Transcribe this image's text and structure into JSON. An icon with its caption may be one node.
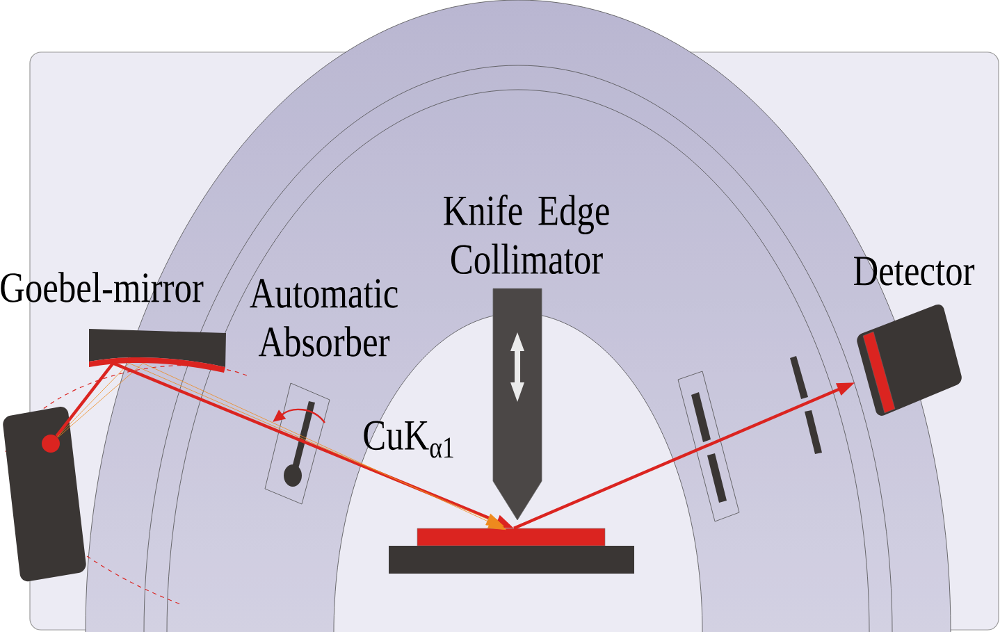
{
  "diagram": {
    "nodes": [
      {
        "text": [],
        "shape": "circle"
      },
      {
        "text": [],
        "shape": "bar",
        "beside": [
          "Goebel-mirror"
        ]
      },
      {
        "text": [],
        "shape": "bar"
      },
      {
        "text": [],
        "shape": "box",
        "beside": [
          "Detector"
        ]
      }
    ],
    "edges": [
      {
        "from": 0,
        "to": 1,
        "arrow": "none",
        "style": "thick",
        "color": "#db2420"
      },
      {
        "from": 0,
        "to": 1,
        "arrow": "none",
        "color": "#ee8a1e"
      },
      {
        "from": 0,
        "to": 1,
        "arrow": "none",
        "color": "#ee8a1e"
      },
      {
        "from": 1,
        "to": 2,
        "arrow": "to",
        "style": "thick",
        "color": "#db2420"
      },
      {
        "from": 1,
        "to": 2,
        "arrow": "to",
        "color": "#ee8a1e"
      },
      {
        "from": 1,
        "to": 2,
        "arrow": "to",
        "color": "#ee8a1e"
      },
      {
        "from": 2,
        "to": 3,
        "arrow": "to",
        "style": "thick",
        "color": "#db2420"
      }
    ],
    "labels": [
      "Knife Edge Collimator",
      "Automatic Absorber",
      "CuK$_{α1}$"
    ]
  }
}
